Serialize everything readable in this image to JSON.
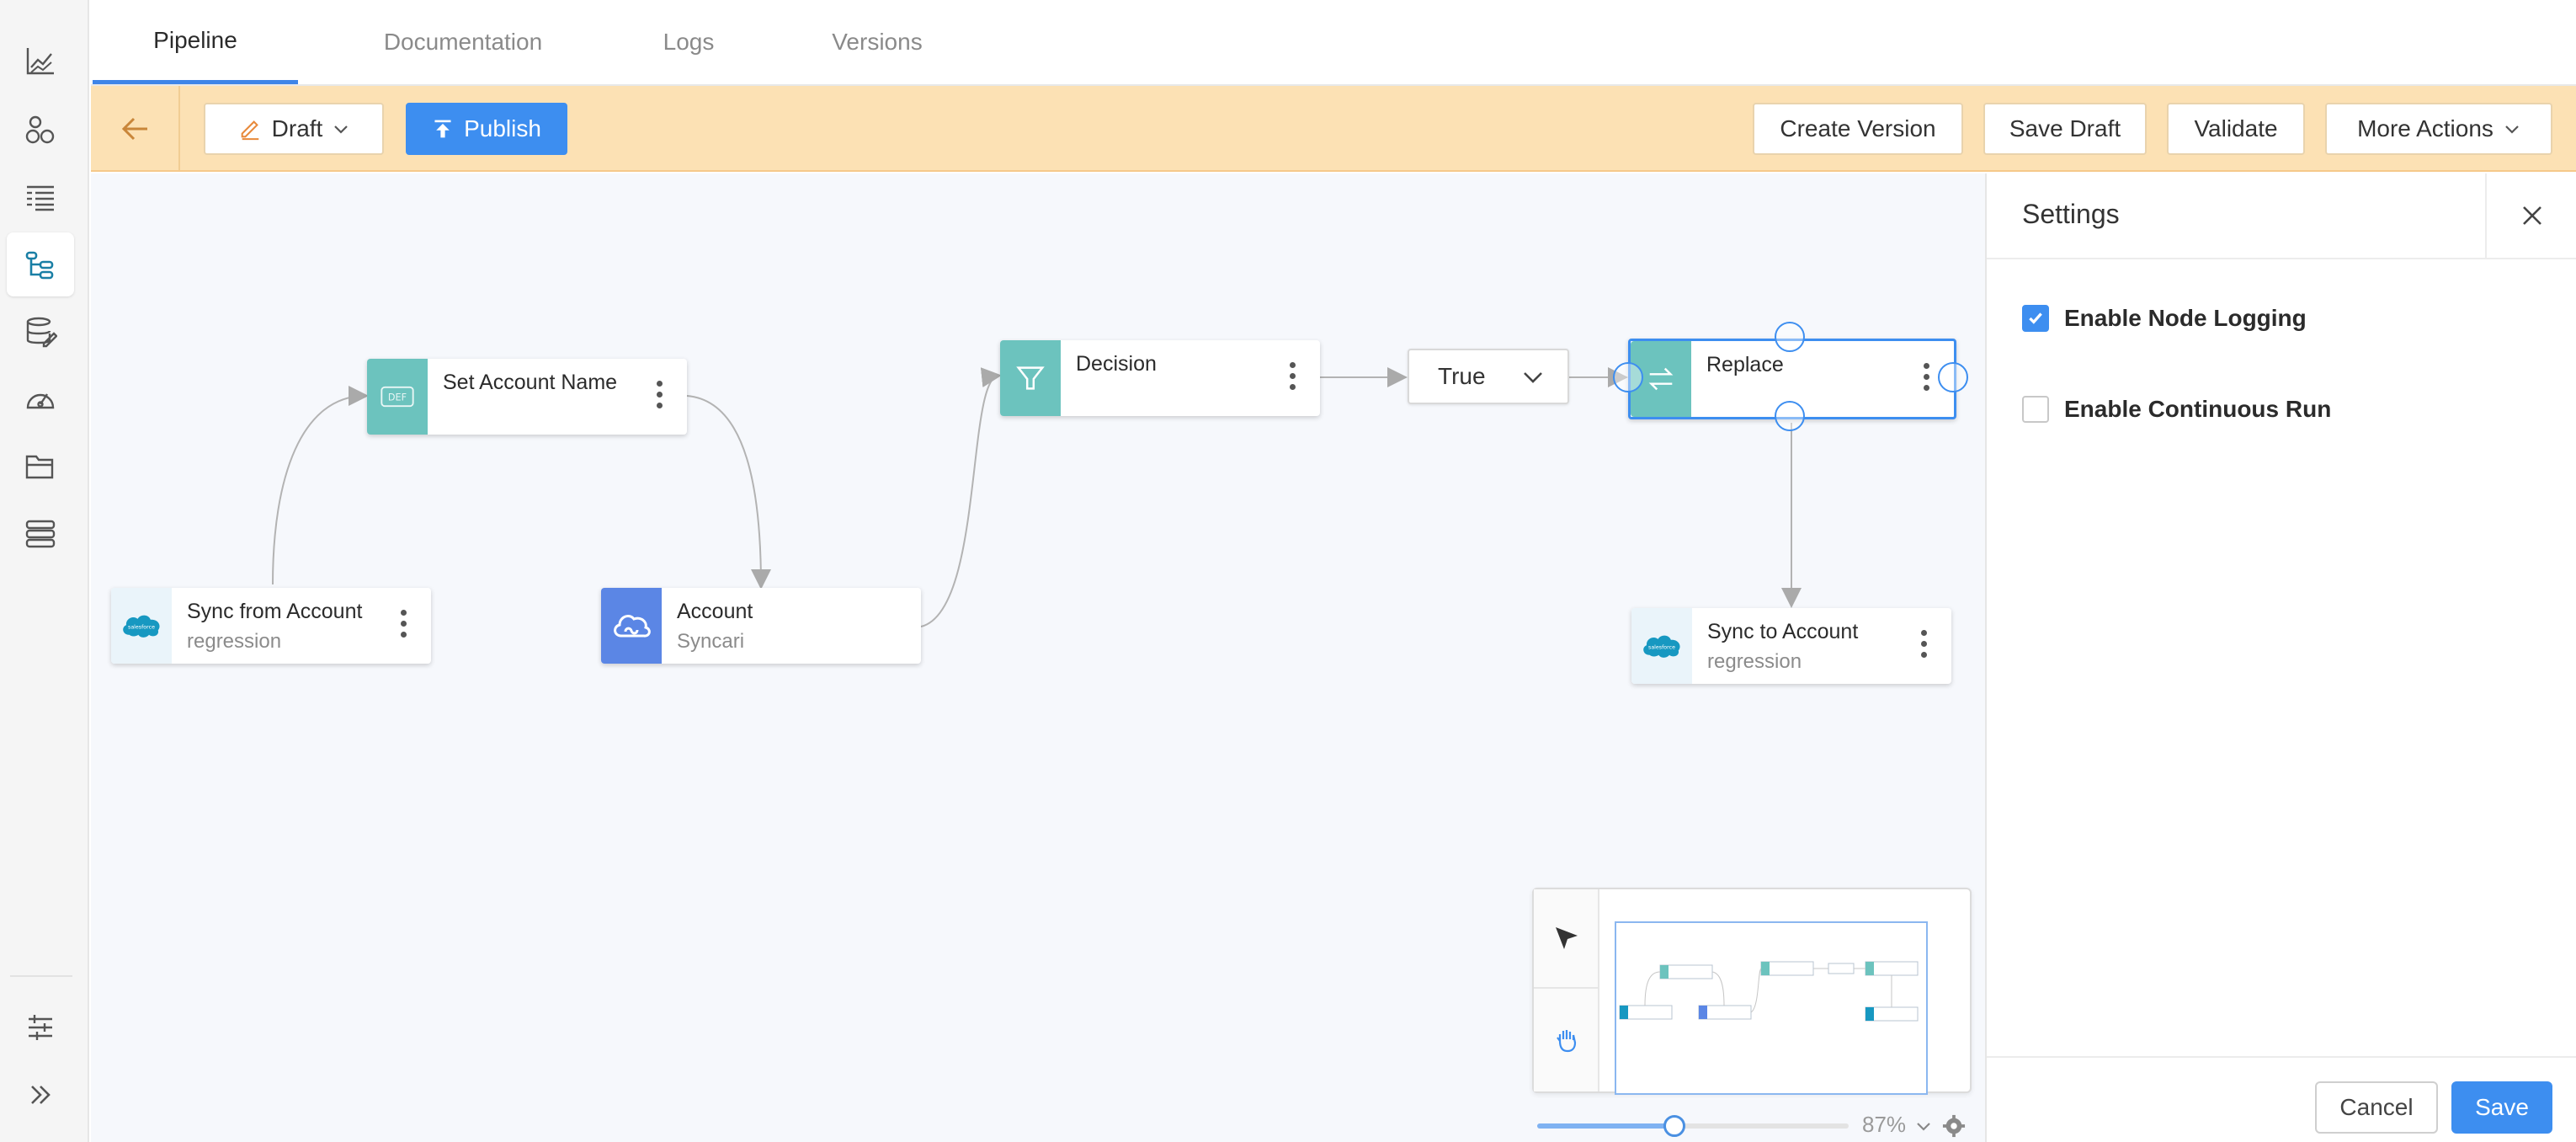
{
  "tabs": [
    {
      "label": "Pipeline",
      "active": true
    },
    {
      "label": "Documentation"
    },
    {
      "label": "Logs"
    },
    {
      "label": "Versions"
    }
  ],
  "toolbar": {
    "draft_label": "Draft",
    "publish_label": "Publish",
    "create_version_label": "Create Version",
    "save_draft_label": "Save Draft",
    "validate_label": "Validate",
    "more_actions_label": "More Actions",
    "accent_color": "#fce1b4"
  },
  "sidebar": {
    "items": [
      {
        "icon": "line-chart-icon"
      },
      {
        "icon": "entities-icon"
      },
      {
        "icon": "list-icon"
      },
      {
        "icon": "pipeline-icon",
        "active": true
      },
      {
        "icon": "database-edit-icon"
      },
      {
        "icon": "dashboard-gauge-icon"
      },
      {
        "icon": "folder-icon"
      },
      {
        "icon": "stack-icon"
      }
    ],
    "bottom_items": [
      {
        "icon": "sliders-icon"
      },
      {
        "icon": "expand-icon"
      }
    ]
  },
  "nodes": {
    "sync_from": {
      "title": "Sync from Account",
      "subtitle": "regression",
      "icon": "salesforce-icon"
    },
    "set_name": {
      "title": "Set Account Name",
      "icon": "def-icon"
    },
    "account": {
      "title": "Account",
      "subtitle": "Syncari",
      "icon": "syncari-cloud-icon"
    },
    "decision": {
      "title": "Decision",
      "icon": "filter-funnel-icon"
    },
    "condition": {
      "value": "True"
    },
    "replace": {
      "title": "Replace",
      "icon": "swap-arrows-icon",
      "selected": true
    },
    "sync_to": {
      "title": "Sync to Account",
      "subtitle": "regression",
      "icon": "salesforce-icon"
    }
  },
  "canvas": {
    "zoom": "87%",
    "zoom_level": 0.44
  },
  "settings": {
    "title": "Settings",
    "options": [
      {
        "label": "Enable Node Logging",
        "checked": true
      },
      {
        "label": "Enable Continuous Run",
        "checked": false
      }
    ],
    "cancel_label": "Cancel",
    "save_label": "Save"
  },
  "colors": {
    "primary": "#3d8ef0",
    "teal_node": "#6cc3be",
    "syncari_blue": "#5b86e5",
    "salesforce_blue": "#1798c1"
  }
}
